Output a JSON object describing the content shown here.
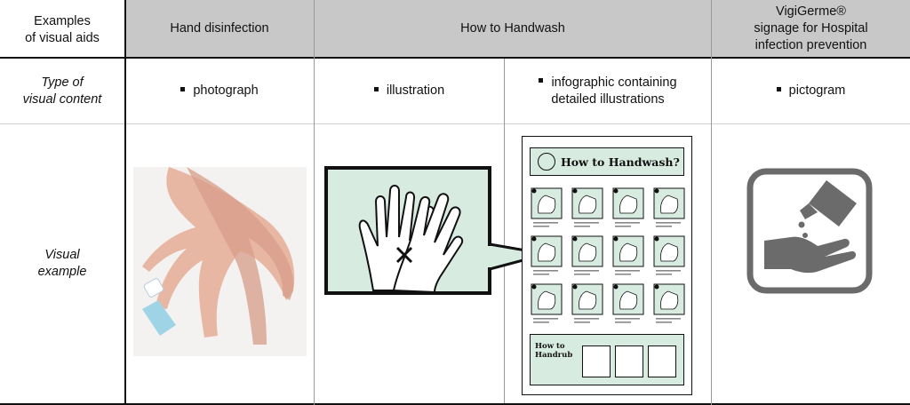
{
  "header": {
    "col0": [
      "Examples",
      "of visual aids"
    ],
    "col1": "Hand disinfection",
    "col2": "How to Handwash",
    "col3": [
      "VigiGerme®",
      "signage for Hospital",
      "infection prevention"
    ]
  },
  "row_type": {
    "label": [
      "Type of",
      "visual content"
    ],
    "c1": "photograph",
    "c2": "illustration",
    "c3": [
      "infographic containing",
      "detailed illustrations"
    ],
    "c4": "pictogram"
  },
  "row_visual": {
    "label": [
      "Visual",
      "example"
    ]
  },
  "infographic": {
    "title": "How to Handwash?",
    "subtitle": [
      "How to",
      "Handrub"
    ]
  },
  "colors": {
    "header_bg": "#c8c8c8",
    "mint": "#d7ebe1",
    "pictogram": "#6b6b6b"
  }
}
